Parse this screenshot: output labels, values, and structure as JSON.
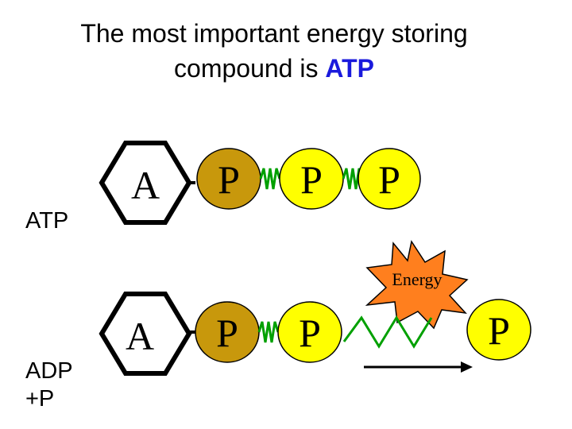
{
  "title": {
    "line1": "The most important energy storing",
    "line2_prefix": "compound is ",
    "line2_highlight": "ATP"
  },
  "labels": {
    "atp": "ATP",
    "adp_line1": "ADP",
    "adp_line2": "+P"
  },
  "molecule": {
    "adenine": "A",
    "phosphate": "P"
  },
  "burst": {
    "label": "Energy"
  },
  "colors": {
    "title_highlight": "#1a1adc",
    "phosphate_dark": "#c8980c",
    "phosphate_light": "#ffff00",
    "burst_fill": "#ff7f1e",
    "bond_green": "#00a000"
  }
}
